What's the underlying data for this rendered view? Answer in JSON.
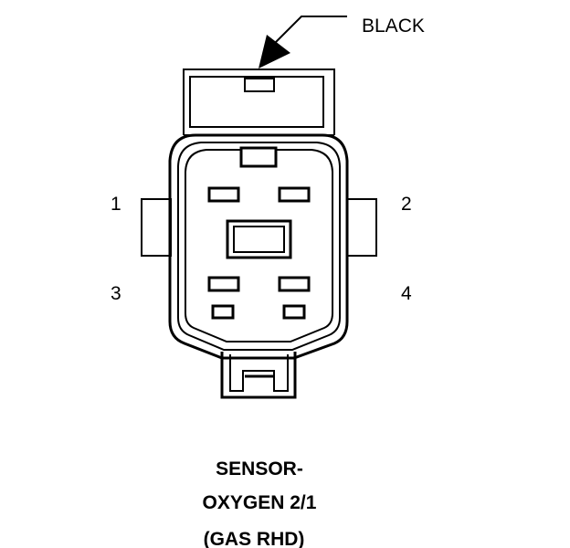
{
  "connector": {
    "color_label": "BLACK",
    "pins": [
      {
        "number": "1"
      },
      {
        "number": "2"
      },
      {
        "number": "3"
      },
      {
        "number": "4"
      }
    ]
  },
  "caption": {
    "line1": "SENSOR-",
    "line2": "OXYGEN 2/1",
    "line3": "(GAS RHD)"
  }
}
